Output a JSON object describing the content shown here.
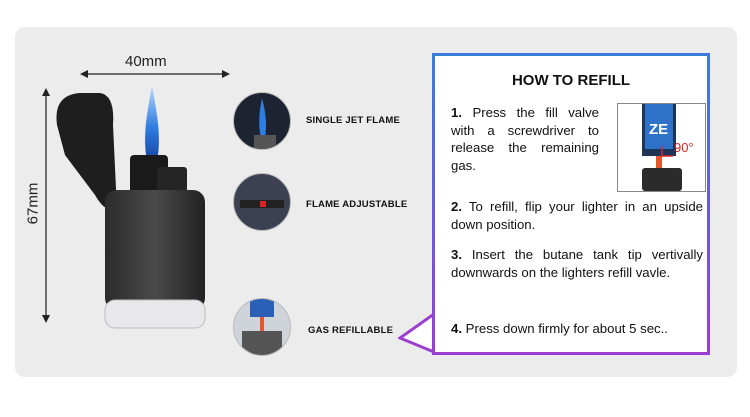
{
  "dimensions": {
    "width_label": "40mm",
    "height_label": "67mm"
  },
  "callouts": [
    {
      "label": "SINGLE JET FLAME"
    },
    {
      "label": "FLAME ADJUSTABLE"
    },
    {
      "label": "GAS REFILLABLE"
    }
  ],
  "refill": {
    "title": "HOW TO REFILL",
    "steps": [
      {
        "num": "1.",
        "text": "Press the fill valve with a screwdriver to release the remaining gas."
      },
      {
        "num": "2.",
        "text": "To refill, flip your lighter in an upside down position."
      },
      {
        "num": "3.",
        "text": "Insert the butane tank tip vertivally downwards on the lighters refill vavle."
      },
      {
        "num": "4.",
        "text": "Press down firmly for about 5 sec.."
      }
    ],
    "thumb_angle_label": "90°",
    "thumb_tank_text": "ZE"
  },
  "colors": {
    "frame_top": "#3a7cd8",
    "frame_bottom": "#9b3fd0",
    "flame": "#2f7de0",
    "angle_mark": "#d22"
  }
}
